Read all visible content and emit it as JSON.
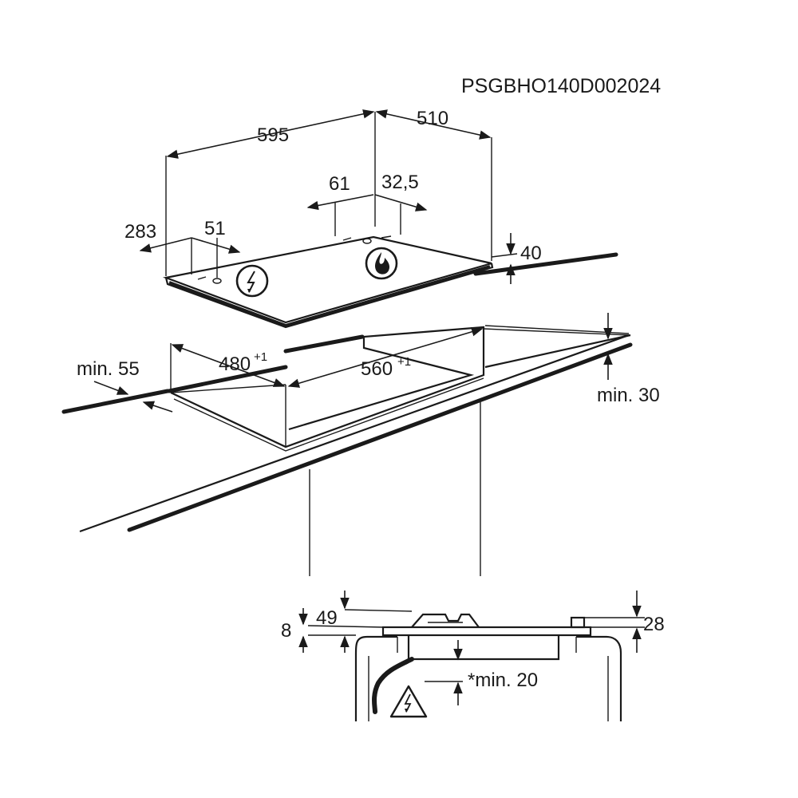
{
  "figure_code": "PSGBHO140D002024",
  "dimensions": {
    "width": "595",
    "depth": "510",
    "offset_61": "61",
    "offset_32_5": "32,5",
    "front_283": "283",
    "offset_51": "51",
    "height_40": "40",
    "cut_depth": "480",
    "cut_depth_tol": "+1",
    "cut_width": "560",
    "cut_width_tol": "+1",
    "min_front": "min. 55",
    "min_thickness": "min. 30",
    "side_8": "8",
    "side_49": "49",
    "side_28": "28",
    "min_below": "*min. 20"
  },
  "icons": [
    "electric-hazard-icon",
    "gas-flame-icon",
    "electric-warning-triangle-icon"
  ]
}
